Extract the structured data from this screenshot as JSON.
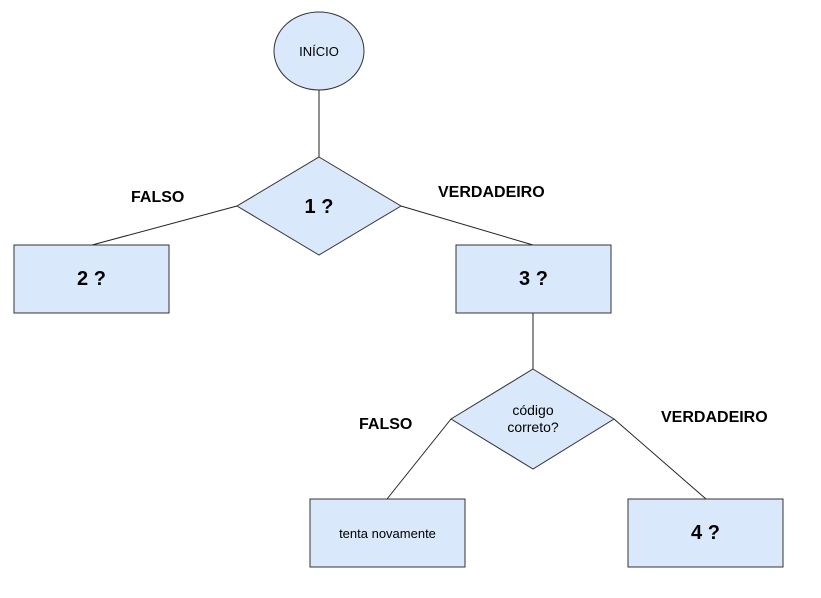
{
  "nodes": {
    "start": "INÍCIO",
    "decision1": "1 ?",
    "box2": "2 ?",
    "box3": "3 ?",
    "decision2_line1": "código",
    "decision2_line2": "correto?",
    "retry": "tenta novamente",
    "box4": "4 ?"
  },
  "edge_labels": {
    "d1_false": "FALSO",
    "d1_true": "VERDADEIRO",
    "d2_false": "FALSO",
    "d2_true": "VERDADEIRO"
  },
  "colors": {
    "node_fill": "#dae8fc",
    "node_stroke": "#333333"
  }
}
